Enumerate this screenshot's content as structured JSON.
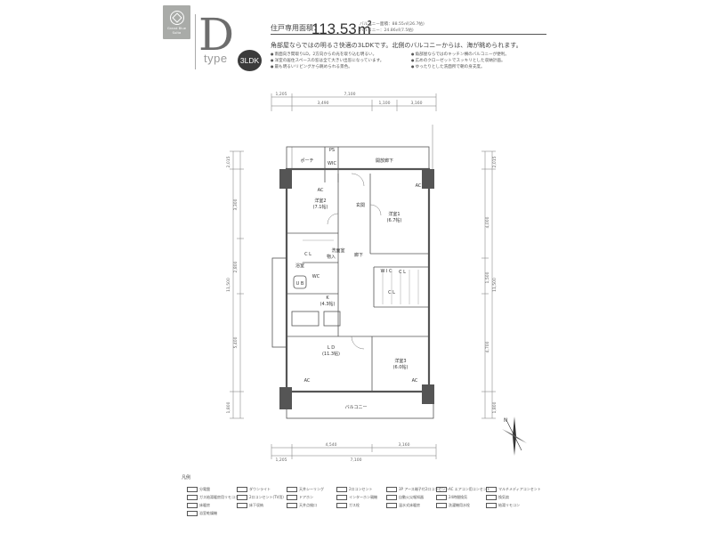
{
  "brand": {
    "logo_text": "Grand Blue\nSuita"
  },
  "type_info": {
    "letter": "D",
    "word": "type",
    "badge": "3LDK"
  },
  "area": {
    "label": "住戸専用面積：",
    "value": "113.53㎡",
    "balcony_label": "バルコニー面積：",
    "balcony_value": "88.55㎡(26.7帖)",
    "other_label": "バルコニー：",
    "other_value": "24.86㎡(7.5帖)"
  },
  "intro": "角部屋ならではの明るさ快適の3LDKです。北側のバルコニーからは、海が眺められます。",
  "features_left": [
    "南面向き間取りLD。2方向からの光を取り込む明るい。",
    "洋室の居住スペースの窓は全て大きい出窓になっています。",
    "最も明るいリビングから眺められる景色。"
  ],
  "features_right": [
    "角部屋ならではのキッチン横のバルコニーが便利。",
    "広めのクローゼットでスッキリとした収納計画。",
    "ゆったりとした洗面所で朝の身支度。"
  ],
  "dims": {
    "top_total": "7,100",
    "top_left": "1,205",
    "top_a": "3,490",
    "top_b": "1,100",
    "top_c": "3,160",
    "bottom_a": "4,540",
    "bottom_b": "3,160",
    "bottom_total": "7,100",
    "bottom_left": "1,205",
    "left_total": "11,500",
    "left_a": "3,300",
    "left_b": "2,800",
    "left_c": "5,400",
    "left_top": "2,015",
    "left_bottom": "1,800",
    "right_top": "2,015",
    "right_a": "4,000",
    "right_b": "1,500",
    "right_c": "4,700",
    "right_total": "11,500",
    "right_bottom": "1,800"
  },
  "rooms": {
    "hallway": "開放廊下",
    "porch": "ポーチ",
    "wic": "WIC",
    "ps": "PS",
    "bed2": "洋室2",
    "bed2_size": "(7.1帖)",
    "bed1": "洋室1",
    "bed1_size": "(6.7帖)",
    "entrance": "玄関",
    "cl1": "C L",
    "cl2": "C L",
    "cl3": "C L",
    "storage": "物入",
    "corridor": "廊下",
    "washroom": "洗面室",
    "wc": "WC",
    "bath": "浴室",
    "ub": "U B",
    "wic2": "W I C",
    "kitchen": "K",
    "kitchen_size": "(4.3帖)",
    "ld": "L D",
    "ld_size": "(11.3帖)",
    "bed3": "洋室3",
    "bed3_size": "(6.0帖)",
    "balcony": "バルコニー",
    "ac": "AC",
    "ac2": "AC",
    "ac3": "AC",
    "ac4": "AC"
  },
  "legend": {
    "header": "凡例",
    "items": [
      "分電盤",
      "ダウンライト",
      "天井シーリング",
      "2口コンセント",
      "3P アース端子付2口コンセント",
      "AC エアコン用コンセント",
      "マルチメディアコンセント",
      "ガス給湯暖房用リモコン",
      "2口コンセント(TV用)",
      "ドアホン",
      "インターホン親機",
      "自動火災報知器",
      "24時間換気",
      "換気扇",
      "床暖房",
      "床下収納",
      "天井点検口",
      "ガス栓",
      "温水式床暖房",
      "洗濯機用水栓",
      "給湯リモコン",
      "浴室乾燥機"
    ]
  },
  "north_label": "N"
}
